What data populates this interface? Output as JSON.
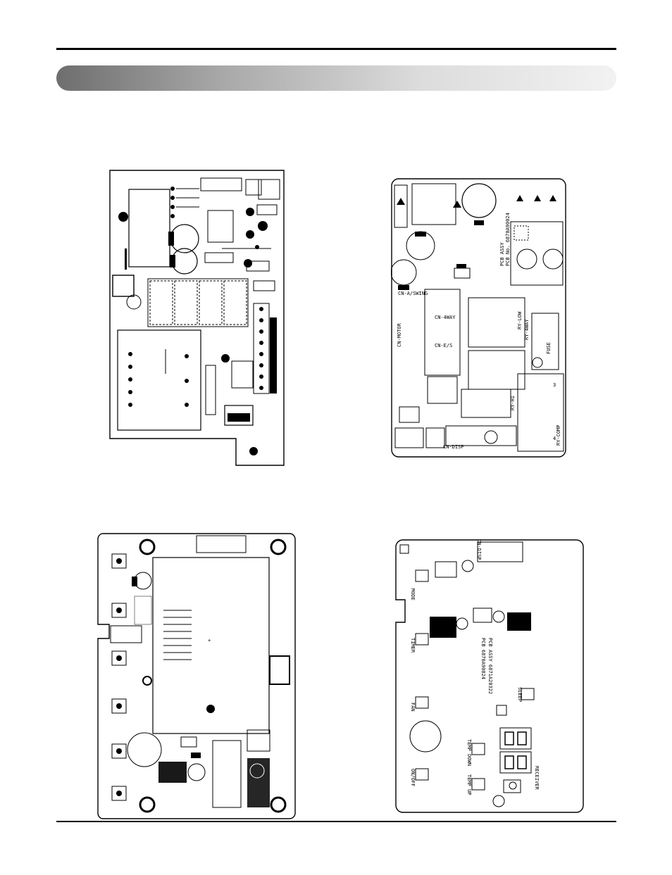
{
  "boards": {
    "top_right": {
      "labels": [
        "CN-MOTOR",
        "CN-4WAY",
        "CN-E/S",
        "CN-A/SWING",
        "CN-DISP",
        "PCB ASSY",
        "PCB No. 6870A90024",
        "RY-COMP",
        "FUSE",
        "RY-4WAY",
        "RY-HI",
        "RY-LOW"
      ]
    },
    "bottom_right": {
      "labels": [
        "PCB 6870A90024",
        "PCB ASSY 6871A20322",
        "MODE",
        "TIMER",
        "FAN",
        "ON/OFF",
        "TEMP DOWN",
        "TEMP UP",
        "SLEEP",
        "RECEIVER",
        "CN-DISP"
      ]
    }
  },
  "colors": {
    "ink": "#000000",
    "paper": "#ffffff"
  }
}
